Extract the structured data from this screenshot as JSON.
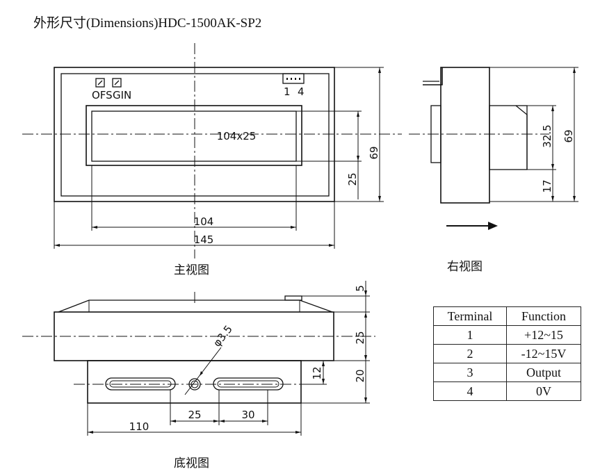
{
  "title": "外形尺寸(Dimensions)HDC-1500AK-SP2",
  "front_view": {
    "caption": "主视图",
    "display_label": "104x25",
    "pot_labels": [
      "OFS",
      "GIN"
    ],
    "connector_labels": [
      "1",
      "4"
    ],
    "dims": {
      "window_width": "104",
      "overall_width": "145",
      "height": "69",
      "window_height": "25"
    }
  },
  "right_view": {
    "caption": "右视图",
    "dims": {
      "upper": "32.5",
      "lower": "17",
      "height": "69"
    }
  },
  "bottom_view": {
    "caption": "底视图",
    "dims": {
      "top": "5",
      "body": "25",
      "base": "20",
      "hole_offset": "12",
      "hole_dia": "φ3.5",
      "left": "110",
      "mid1": "25",
      "mid2": "30"
    }
  },
  "terminal_table": {
    "headers": [
      "Terminal",
      "Function"
    ],
    "rows": [
      [
        "1",
        "+12~15"
      ],
      [
        "2",
        "-12~15V"
      ],
      [
        "3",
        "Output"
      ],
      [
        "4",
        "0V"
      ]
    ]
  }
}
